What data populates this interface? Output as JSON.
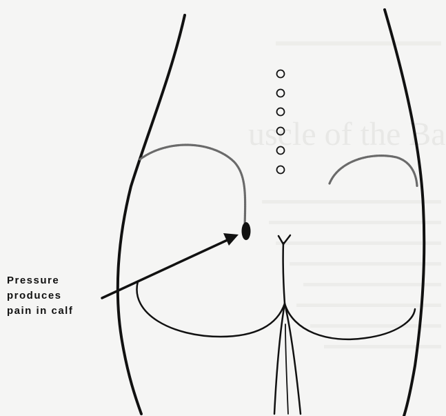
{
  "figure": {
    "annotation": {
      "lines": [
        "Pressure",
        "produces",
        "pain in calf"
      ]
    },
    "colors": {
      "background": "#f5f5f4",
      "ink": "#111111",
      "bleed_through": "#e7e7e5"
    }
  }
}
